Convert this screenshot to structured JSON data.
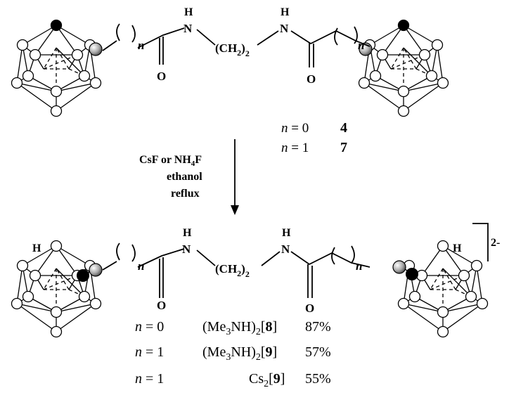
{
  "reactant": {
    "nh_left": "N",
    "h_left": "H",
    "nh_right": "N",
    "h_right": "H",
    "o_left": "O",
    "o_right": "O",
    "n_left": "n",
    "n_right": "n",
    "linker_open": "(CH",
    "linker_sub": "2",
    "linker_close": ")",
    "linker_mult": "2"
  },
  "reactant_table": [
    {
      "n_var": "n",
      "eq": " = 0",
      "compound": "4"
    },
    {
      "n_var": "n",
      "eq": " = 1",
      "compound": "7"
    }
  ],
  "conditions": {
    "reagent_a": "CsF or NH",
    "reagent_a_sub": "4",
    "reagent_a_end": "F",
    "solvent": "ethanol",
    "temperature": "reflux"
  },
  "product": {
    "nh_left": "N",
    "h_left": "H",
    "nh_right": "N",
    "h_right": "H",
    "o_left": "O",
    "o_right": "O",
    "n_left": "n",
    "n_right": "n",
    "cage_h_left": "H",
    "cage_h_right": "H",
    "linker_open": "(CH",
    "linker_sub": "2",
    "linker_close": ")",
    "linker_mult": "2",
    "charge": "2-"
  },
  "product_table": [
    {
      "n_var": "n",
      "eq": " = 0",
      "salt_pre": "(Me",
      "salt_sub": "3",
      "salt_mid": "NH)",
      "salt_sub2": "2",
      "salt_open": "[",
      "compound": "8",
      "salt_close": "]",
      "yield": "87%"
    },
    {
      "n_var": "n",
      "eq": " = 1",
      "salt_pre": "(Me",
      "salt_sub": "3",
      "salt_mid": "NH)",
      "salt_sub2": "2",
      "salt_open": "[",
      "compound": "9",
      "salt_close": "]",
      "yield": "57%"
    },
    {
      "n_var": "n",
      "eq": " = 1",
      "salt_pre": "Cs",
      "salt_sub": "2",
      "salt_mid": "",
      "salt_sub2": "",
      "salt_open": "[",
      "compound": "9",
      "salt_close": "]",
      "yield": "55%"
    }
  ]
}
